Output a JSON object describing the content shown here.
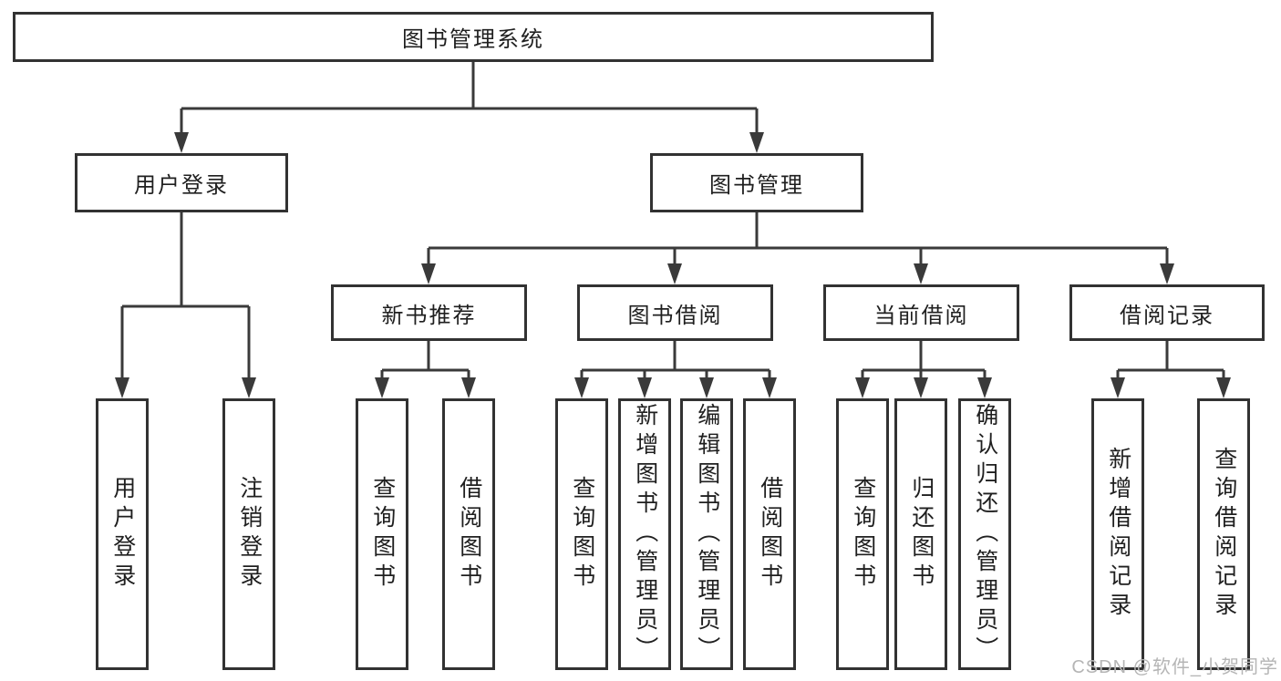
{
  "diagram_title": "图书管理系统",
  "colors": {
    "line": "#3a3a3a",
    "box_border": "#323232",
    "text": "#1f1f1f",
    "background": "#ffffff",
    "watermark": "#b5b5b5"
  },
  "tree": {
    "root": {
      "label": "图书管理系统"
    },
    "children": [
      {
        "label": "用户登录",
        "children": [
          {
            "label": "用户登录"
          },
          {
            "label": "注销登录"
          }
        ]
      },
      {
        "label": "图书管理",
        "children": [
          {
            "label": "新书推荐",
            "children": [
              {
                "label": "查询图书"
              },
              {
                "label": "借阅图书"
              }
            ]
          },
          {
            "label": "图书借阅",
            "children": [
              {
                "label": "查询图书"
              },
              {
                "label": "新增图书（管理员）"
              },
              {
                "label": "编辑图书（管理员）"
              },
              {
                "label": "借阅图书"
              }
            ]
          },
          {
            "label": "当前借阅",
            "children": [
              {
                "label": "查询图书"
              },
              {
                "label": "归还图书"
              },
              {
                "label": "确认归还（管理员）"
              }
            ]
          },
          {
            "label": "借阅记录",
            "children": [
              {
                "label": "新增借阅记录"
              },
              {
                "label": "查询借阅记录"
              }
            ]
          }
        ]
      }
    ]
  },
  "watermark": {
    "text": "CSDN @软件_小贺同学"
  }
}
